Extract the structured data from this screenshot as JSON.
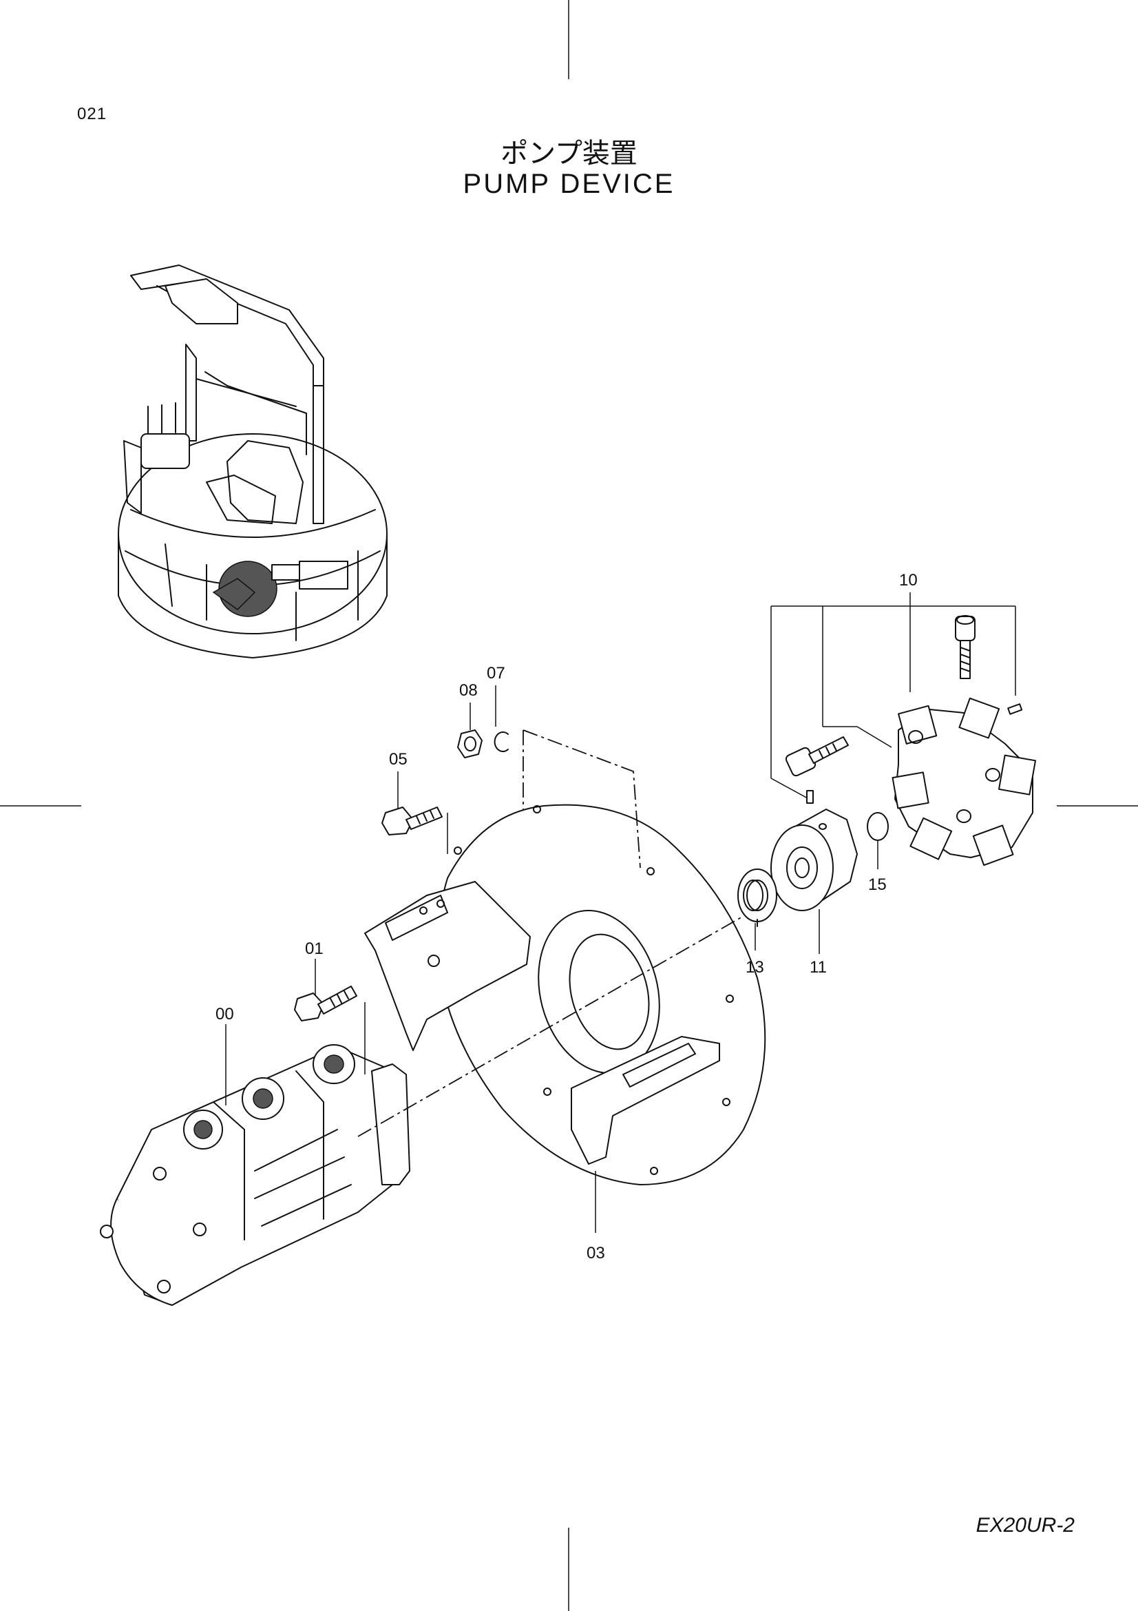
{
  "page_number": "021",
  "title_ja": "ポンプ装置",
  "title_en": "PUMP  DEVICE",
  "model_code": "EX20UR-2",
  "callouts": {
    "c00": "00",
    "c01": "01",
    "c03": "03",
    "c05": "05",
    "c07": "07",
    "c08": "08",
    "c10": "10",
    "c11": "11",
    "c13": "13",
    "c15": "15"
  }
}
